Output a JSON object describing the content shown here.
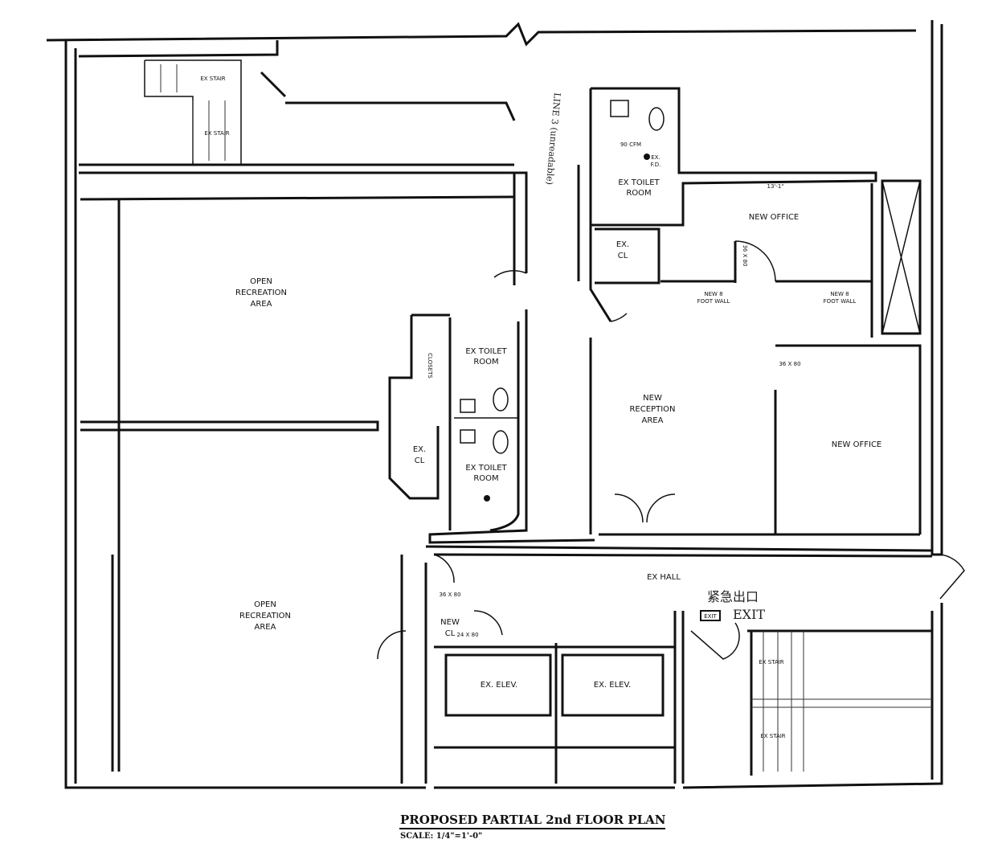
{
  "title": "PROPOSED PARTIAL 2nd FLOOR PLAN",
  "scale": "SCALE: 1/4\"=1'-0\"",
  "rooms": {
    "open_rec_1": [
      "OPEN",
      "RECREATION",
      "AREA"
    ],
    "open_rec_2": [
      "OPEN",
      "RECREATION",
      "AREA"
    ],
    "toilet_top": [
      "EX TOILET",
      "ROOM"
    ],
    "toilet_mid_1": [
      "EX TOILET",
      "ROOM"
    ],
    "toilet_mid_2": [
      "EX TOILET",
      "ROOM"
    ],
    "cl_top": [
      "EX.",
      "CL"
    ],
    "cl_mid": [
      "EX.",
      "CL"
    ],
    "cl_new": [
      "NEW",
      "CL"
    ],
    "office_1": "NEW OFFICE",
    "office_2": "NEW OFFICE",
    "reception": [
      "NEW",
      "RECEPTION",
      "AREA"
    ],
    "hall": "EX HALL",
    "elev_1": "EX. ELEV.",
    "elev_2": "EX. ELEV.",
    "closets": "CLOSETS"
  },
  "notes": {
    "cfm": "90 CFM",
    "fd": [
      "EX.",
      "F.D."
    ],
    "wall_1": [
      "NEW 8",
      "FOOT WALL"
    ],
    "wall_2": [
      "NEW 8",
      "FOOT WALL"
    ],
    "stair": "EX STAIR",
    "door_size": "36 X 80",
    "door_size_small": "24 X 80",
    "exit_sign": "EXIT",
    "dim_office": "13'-1\""
  },
  "handwritten": {
    "exit_cn": "紧急出口",
    "exit_en": "EXIT",
    "top_note": "LINE 3 (unreadable)"
  }
}
